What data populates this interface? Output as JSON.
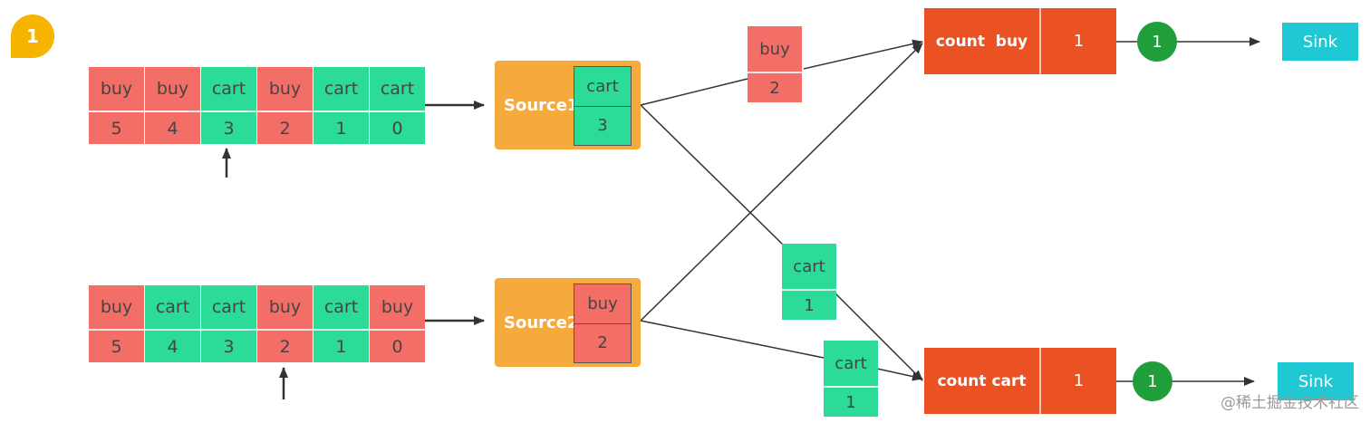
{
  "badge": "1",
  "streams": [
    {
      "cells": [
        {
          "type": "buy",
          "num": "5"
        },
        {
          "type": "buy",
          "num": "4"
        },
        {
          "type": "cart",
          "num": "3"
        },
        {
          "type": "buy",
          "num": "2"
        },
        {
          "type": "cart",
          "num": "1"
        },
        {
          "type": "cart",
          "num": "0"
        }
      ]
    },
    {
      "cells": [
        {
          "type": "buy",
          "num": "5"
        },
        {
          "type": "cart",
          "num": "4"
        },
        {
          "type": "cart",
          "num": "3"
        },
        {
          "type": "buy",
          "num": "2"
        },
        {
          "type": "cart",
          "num": "1"
        },
        {
          "type": "buy",
          "num": "0"
        }
      ]
    }
  ],
  "sources": [
    {
      "label": "Source1",
      "type": "cart",
      "num": "3"
    },
    {
      "label": "Source2",
      "type": "buy",
      "num": "2"
    }
  ],
  "packets": [
    {
      "type": "buy",
      "num": "2"
    },
    {
      "type": "cart",
      "num": "1"
    },
    {
      "type": "cart",
      "num": "1"
    }
  ],
  "counters": [
    {
      "label": "count  buy",
      "value": "1",
      "out": "1",
      "sink": "Sink"
    },
    {
      "label": "count cart",
      "value": "1",
      "out": "1",
      "sink": "Sink"
    }
  ],
  "watermark": "@稀土掘金技术社区",
  "colors": {
    "buy": "#f36e67",
    "cart": "#2ddb98",
    "source": "#f7aa3c",
    "count": "#ea5223",
    "circle": "#1f9e3a",
    "sink": "#1fc9d3",
    "badge": "#f6b400"
  }
}
